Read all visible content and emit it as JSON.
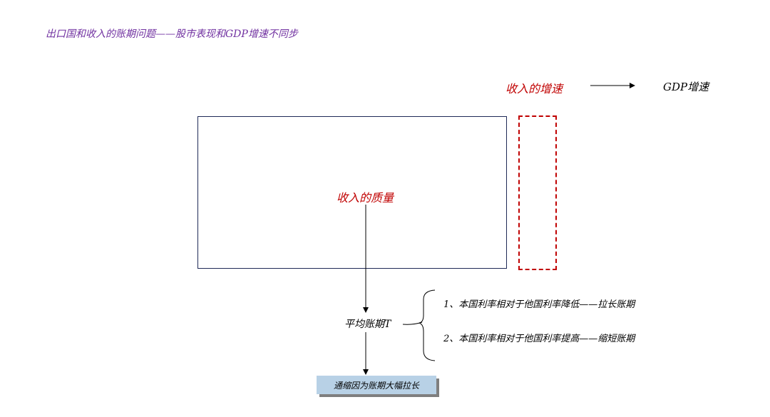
{
  "title": "出口国和收入的账期问题——股市表现和GDP增速不同步",
  "income_growth": "收入的增速",
  "gdp_growth": "GDP增速",
  "income_quality": "收入的质量",
  "avg_period": "平均账期T",
  "case1": "1、本国利率相对于他国利率降低——拉长账期",
  "case2": "2、本国利率相对于他国利率提高——缩短账期",
  "result": "通缩因为账期大幅拉长",
  "colors": {
    "title": "#7030a0",
    "accent_red": "#c00000",
    "box_border": "#1f2a57",
    "result_fill": "#b8d1e6"
  }
}
